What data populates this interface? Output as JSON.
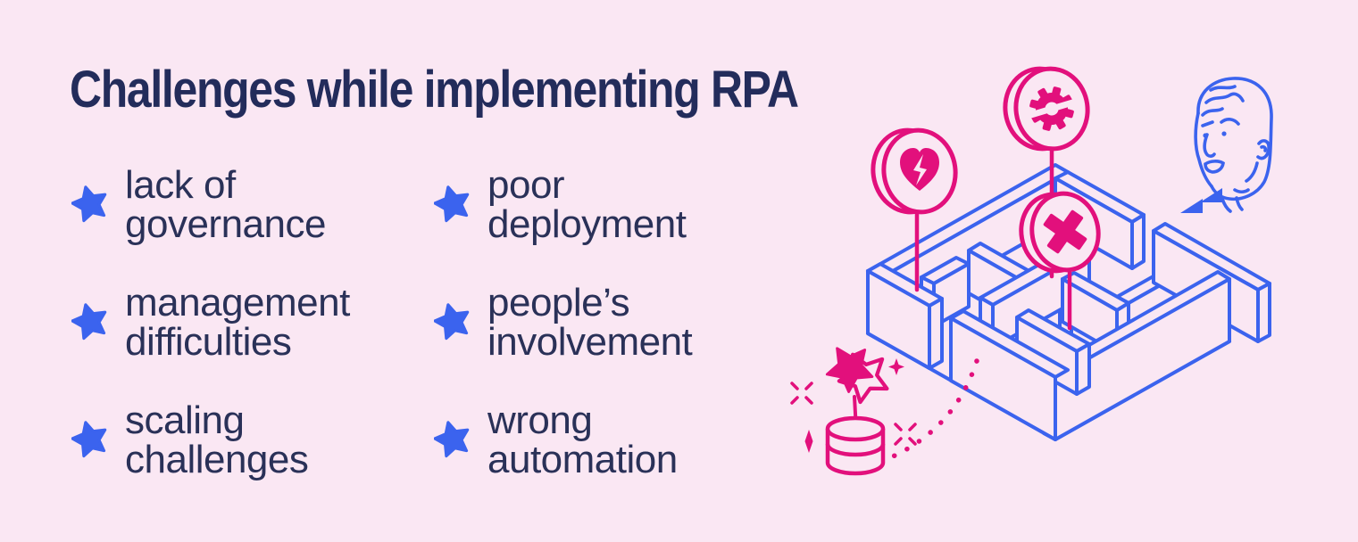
{
  "page": {
    "title": "Challenges while implementing RPA"
  },
  "theme": {
    "background": "#FAE7F3",
    "title_color": "#232C5B",
    "text_color": "#2A3158",
    "bullet_blue": "#3B63EE",
    "illustration_blue": "#3B63EE",
    "illustration_pink": "#E2107C"
  },
  "challenges": {
    "columns": [
      {
        "items": [
          {
            "line1": "lack of",
            "line2": "governance"
          },
          {
            "line1": "management",
            "line2": "difficulties"
          },
          {
            "line1": "scaling",
            "line2": "challenges"
          }
        ]
      },
      {
        "items": [
          {
            "line1": "poor",
            "line2": "deployment"
          },
          {
            "line1": "people’s",
            "line2": "involvement"
          },
          {
            "line1": "wrong",
            "line2": "automation"
          }
        ]
      }
    ]
  },
  "illustration": {
    "icons": [
      "maze-icon",
      "broken-heart-sign-icon",
      "broken-gear-sign-icon",
      "cross-sign-icon",
      "confused-face-icon",
      "rewind-cursor-icon",
      "star-trophy-icon",
      "sparkle-icon",
      "dotted-path-icon"
    ]
  }
}
